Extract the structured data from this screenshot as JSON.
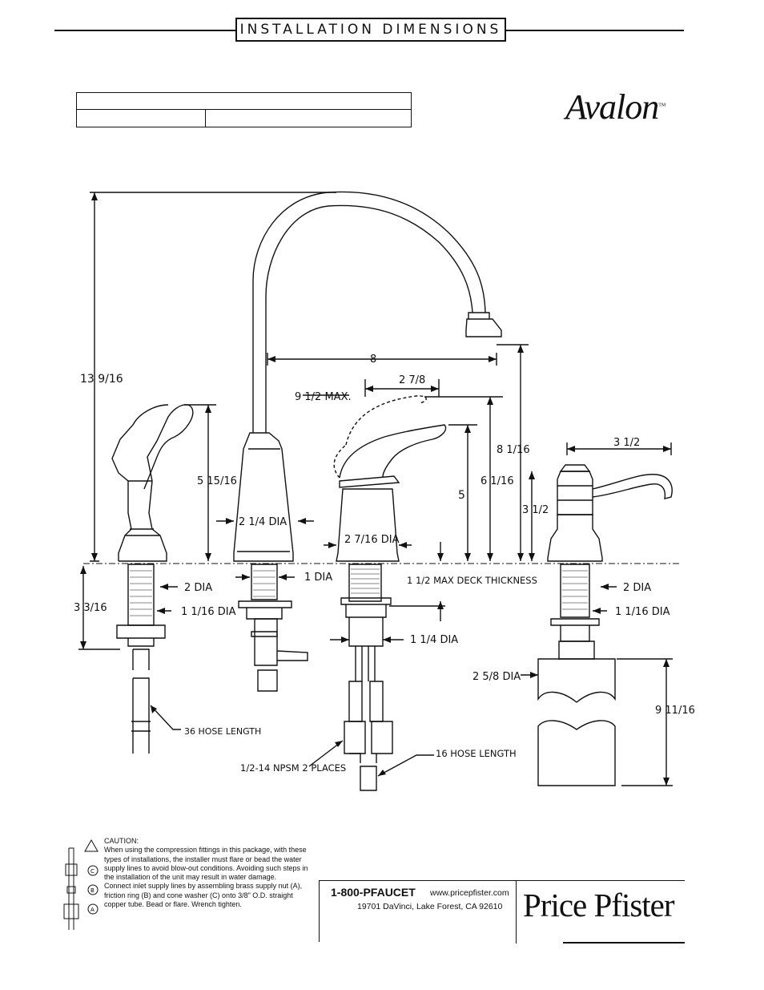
{
  "header": {
    "title": "INSTALLATION DIMENSIONS"
  },
  "brand": {
    "name": "Avalon",
    "tm": "TM"
  },
  "dimensions": {
    "overall_height": "13 9/16",
    "spout_reach": "8",
    "handle_max": "9 1/2 MAX.",
    "handle_offset": "2 7/8",
    "spout_base_dia": "2 1/4 DIA",
    "valve_base_dia": "2 7/16 DIA",
    "spray_height": "5 15/16",
    "valve_height_5": "5",
    "valve_height_6": "6 1/16",
    "soap_height": "8 1/16",
    "soap_reach": "3 1/2",
    "soap_neck": "3 1/2",
    "deck_thickness": "1 1/2 MAX DECK THICKNESS",
    "spout_shank_dia": "1 DIA",
    "valve_shank_dia": "1 1/4 DIA",
    "spray_hole_dia": "2 DIA",
    "spray_shank_dia": "1 1/16 DIA",
    "spray_shank_len": "3 3/16",
    "soap_hole_dia": "2 DIA",
    "soap_shank_dia": "1 1/16 DIA",
    "bottle_dia": "2 5/8 DIA",
    "bottle_len": "9 11/16",
    "spray_hose": "36 HOSE LENGTH",
    "supply_hose": "16 HOSE LENGTH",
    "npsm": "1/2-14 NPSM 2 PLACES"
  },
  "caution": {
    "heading": "CAUTION:",
    "body1": "When using the compression fittings in this package, with these types of installations, the installer must flare or bead the water supply lines to avoid blow-out conditions. Avoiding such steps in the installation of the unit may result in water damage.",
    "body2": "Connect inlet supply lines by assembling brass supply nut (A), friction ring (B) and cone washer (C) onto 3/8\" O.D. straight copper tube. Bead or flare. Wrench tighten.",
    "labels": [
      "C",
      "B",
      "A"
    ]
  },
  "contact": {
    "phone": "1-800-PFAUCET",
    "web": "www.pricepfister.com",
    "address": "19701 DaVinci, Lake Forest, CA  92610"
  },
  "footer_brand": {
    "name": "Price Pfister"
  }
}
